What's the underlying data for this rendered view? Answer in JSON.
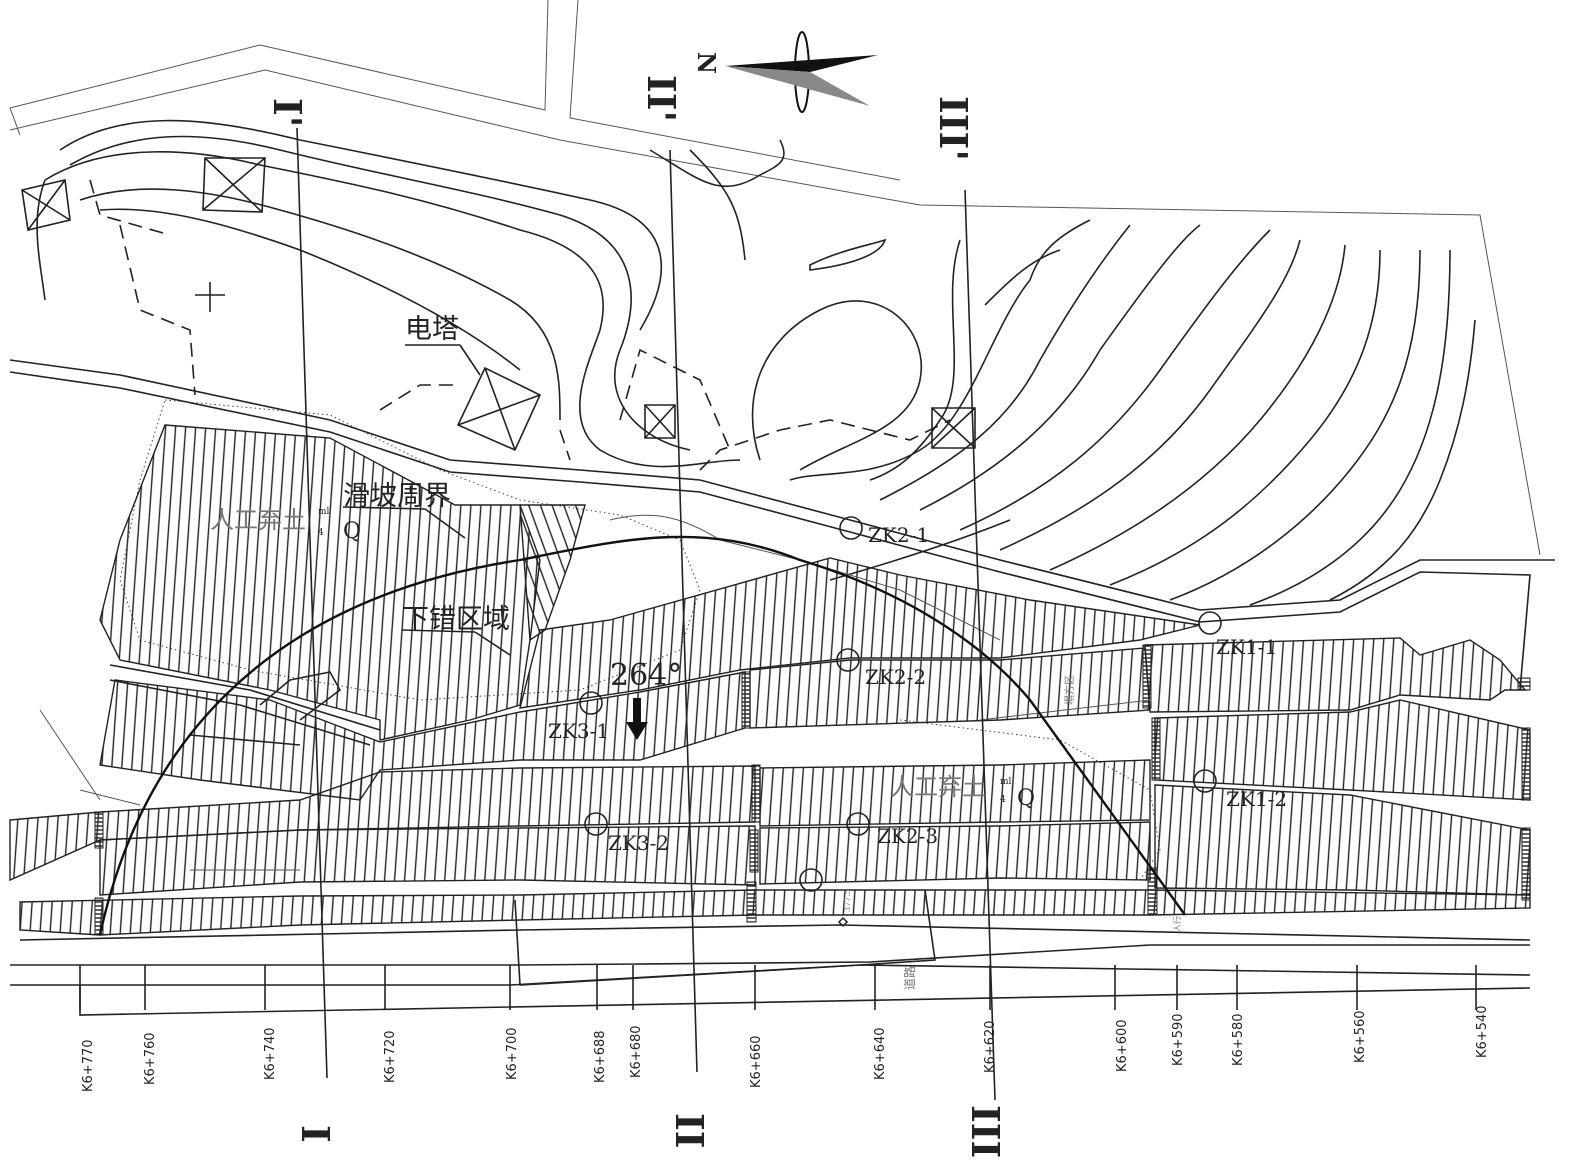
{
  "north_arrow": {
    "label": "N"
  },
  "sections": {
    "top": [
      "I'",
      "II'",
      "III'"
    ],
    "bottom": [
      "I",
      "II",
      "III"
    ]
  },
  "labels": {
    "tower": "电塔",
    "landslide_boundary": "滑坡周界",
    "fill_top": "人工弃土",
    "fill_top_q": "Q",
    "fill_top_sup": "ml",
    "fill_top_sub": "4",
    "dropped_zone": "下错区域",
    "direction": "264°",
    "fill_mid": "人工弃土",
    "fill_mid_q": "Q",
    "fill_mid_sup": "ml",
    "fill_mid_sub": "4",
    "collapse_zone": "塌方区",
    "road": "道路",
    "sidewalk": "人行",
    "elevation": "377.5"
  },
  "boreholes": [
    "ZK2-1",
    "ZK1-1",
    "ZK2-2",
    "ZK3-1",
    "ZK1-2",
    "ZK3-2",
    "ZK2-3"
  ],
  "stations": [
    "K6+770",
    "K6+760",
    "K6+740",
    "K6+720",
    "K6+700",
    "K6+688",
    "K6+680",
    "K6+660",
    "K6+640",
    "K6+620",
    "K6+600",
    "K6+590",
    "K6+580",
    "K6+560",
    "K6+540"
  ]
}
